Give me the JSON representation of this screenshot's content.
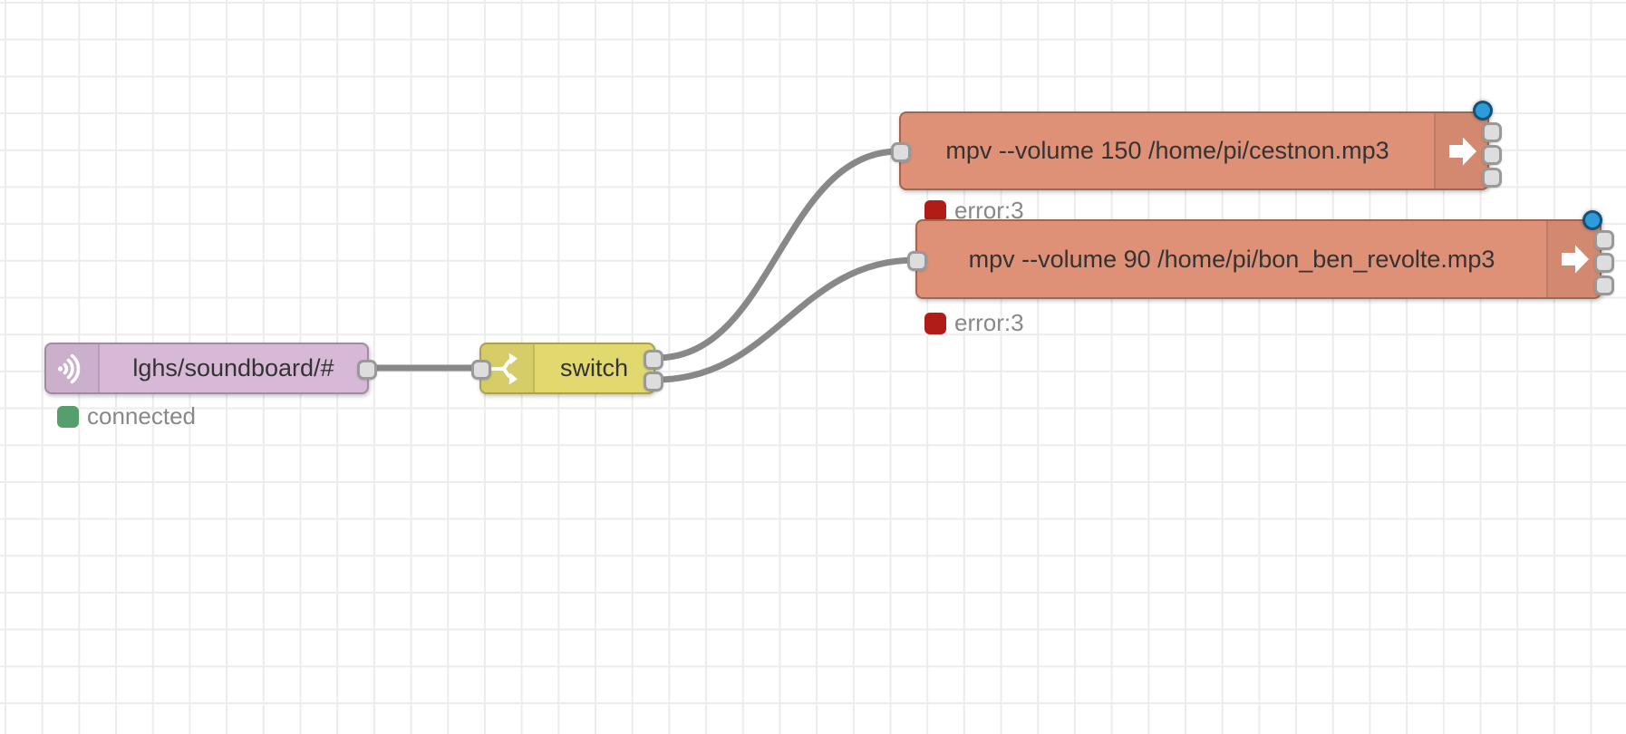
{
  "canvas": {
    "background": "#ffffff",
    "grid_color": "#ececec",
    "wire_color": "#888888",
    "port_fill": "#dddddd",
    "port_border": "#999999",
    "changed_marker_color": "#2e9cd8",
    "label_color": "#333333",
    "status_text_color": "#888888"
  },
  "nodes": [
    {
      "label": "lghs/soundboard/#",
      "icon": "broadcast-icon",
      "fill": "#d7b9d7",
      "border": "#a18ba1",
      "status": {
        "shape": "dot",
        "color": "#569e6b",
        "text": "connected"
      }
    },
    {
      "label": "switch",
      "icon": "fork-icon",
      "fill": "#e2d96e",
      "border": "#aba14e"
    },
    {
      "label": "mpv --volume 150 /home/pi/cestnon.mp3",
      "icon": "arrow-right-icon",
      "fill": "#de9177",
      "border": "#a2664e",
      "changed": true,
      "status": {
        "shape": "dot",
        "color": "#b21c17",
        "text": "error:3"
      }
    },
    {
      "label": "mpv --volume 90 /home/pi/bon_ben_revolte.mp3",
      "icon": "arrow-right-icon",
      "fill": "#de9177",
      "border": "#a2664e",
      "changed": true,
      "status": {
        "shape": "dot",
        "color": "#b21c17",
        "text": "error:3"
      }
    }
  ]
}
